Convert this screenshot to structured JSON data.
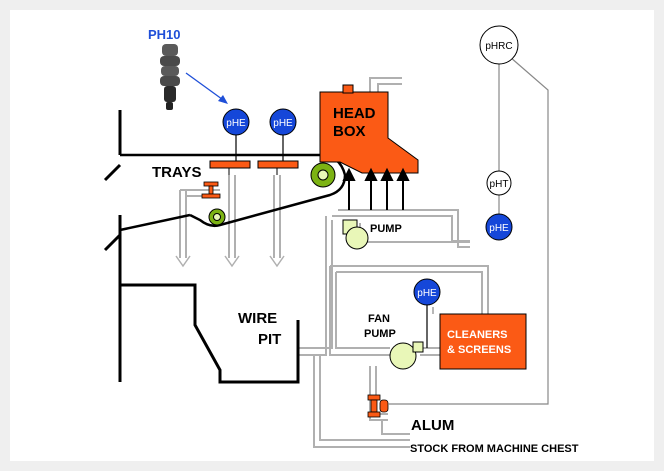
{
  "labels": {
    "probe": "PH10",
    "trays": "TRAYS",
    "head_box_line1": "HEAD",
    "head_box_line2": "BOX",
    "pump": "PUMP",
    "wire_line1": "WIRE",
    "wire_line2": "PIT",
    "fan_line1": "FAN",
    "fan_line2": "PUMP",
    "cleaners_line1": "CLEANERS",
    "cleaners_line2": "& SCREENS",
    "alum": "ALUM",
    "stock": "STOCK FROM MACHINE CHEST"
  },
  "instruments": {
    "phe": "pHE",
    "pht": "pHT",
    "phrc": "pHRC"
  },
  "colors": {
    "orange": "#fb5a15",
    "blue": "#1547d9",
    "green": "#7cb314",
    "pale_green": "#e9f7b8",
    "probe_blue": "#1f4fd8"
  }
}
